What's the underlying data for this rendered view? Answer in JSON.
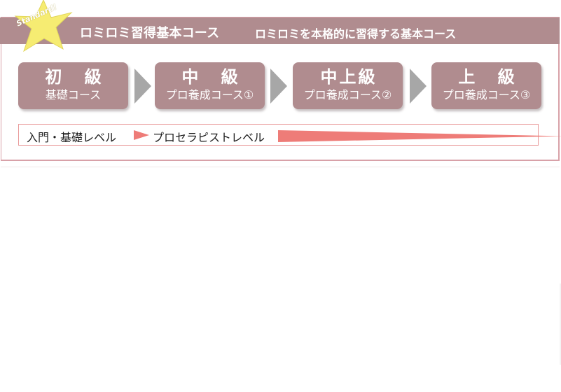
{
  "header": {
    "badge": "Standard!",
    "title": "ロミロミ習得基本コース",
    "subtitle": "ロミロミを本格的に習得する基本コース"
  },
  "courses": [
    {
      "level": "初 級",
      "name": "基礎コース"
    },
    {
      "level": "中 級",
      "name": "プロ養成コース①"
    },
    {
      "level": "中上級",
      "name": "プロ養成コース②"
    },
    {
      "level": "上 級",
      "name": "プロ養成コース③"
    }
  ],
  "progression": {
    "start_label": "入門・基礎レベル",
    "target_label": "プロセラピストレベル"
  },
  "colors": {
    "course_fill": "#b08c8f",
    "panel_border": "#d8a1a8",
    "accent_arrow": "#ee7c78",
    "star_fill": "#f6ec72",
    "step_arrow": "#a7a7a7"
  },
  "icons": {
    "badge": "star-icon",
    "step": "chevron-right-icon",
    "progress": "triangle-right-icon"
  }
}
